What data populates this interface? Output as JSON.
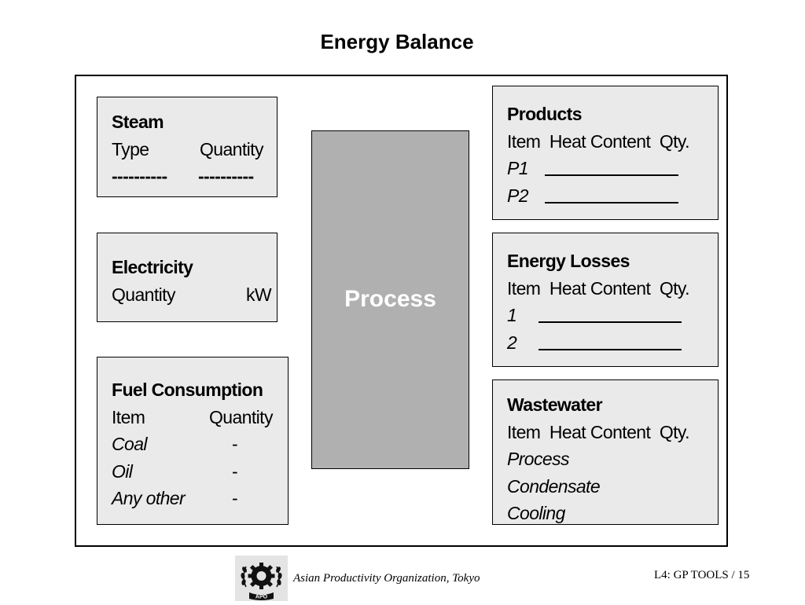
{
  "slide": {
    "title": "Energy Balance"
  },
  "steam": {
    "header": "Steam",
    "col1": "Type",
    "col2": "Quantity",
    "dash1": "----------",
    "dash2": "----------"
  },
  "electricity": {
    "header": "Electricity",
    "label": "Quantity",
    "unit": "kW"
  },
  "fuel": {
    "header": "Fuel Consumption",
    "col1": "Item",
    "col2": "Quantity",
    "items": [
      {
        "name": "Coal",
        "value": "-"
      },
      {
        "name": "Oil",
        "value": "-"
      },
      {
        "name": "Any other",
        "value": "-"
      }
    ]
  },
  "process": {
    "label": "Process"
  },
  "products": {
    "header": "Products",
    "columns": "Item  Heat Content  Qty.",
    "items": [
      "P1",
      "P2"
    ]
  },
  "losses": {
    "header": "Energy Losses",
    "columns": "Item  Heat Content  Qty.",
    "items": [
      "1",
      "2"
    ]
  },
  "wastewater": {
    "header": "Wastewater",
    "columns": "Item  Heat Content  Qty.",
    "items": [
      "Process",
      "Condensate",
      "Cooling"
    ]
  },
  "footer": {
    "organization": "Asian Productivity Organization, Tokyo",
    "page": "L4: GP TOOLS / 15",
    "logo_text": "APO"
  }
}
